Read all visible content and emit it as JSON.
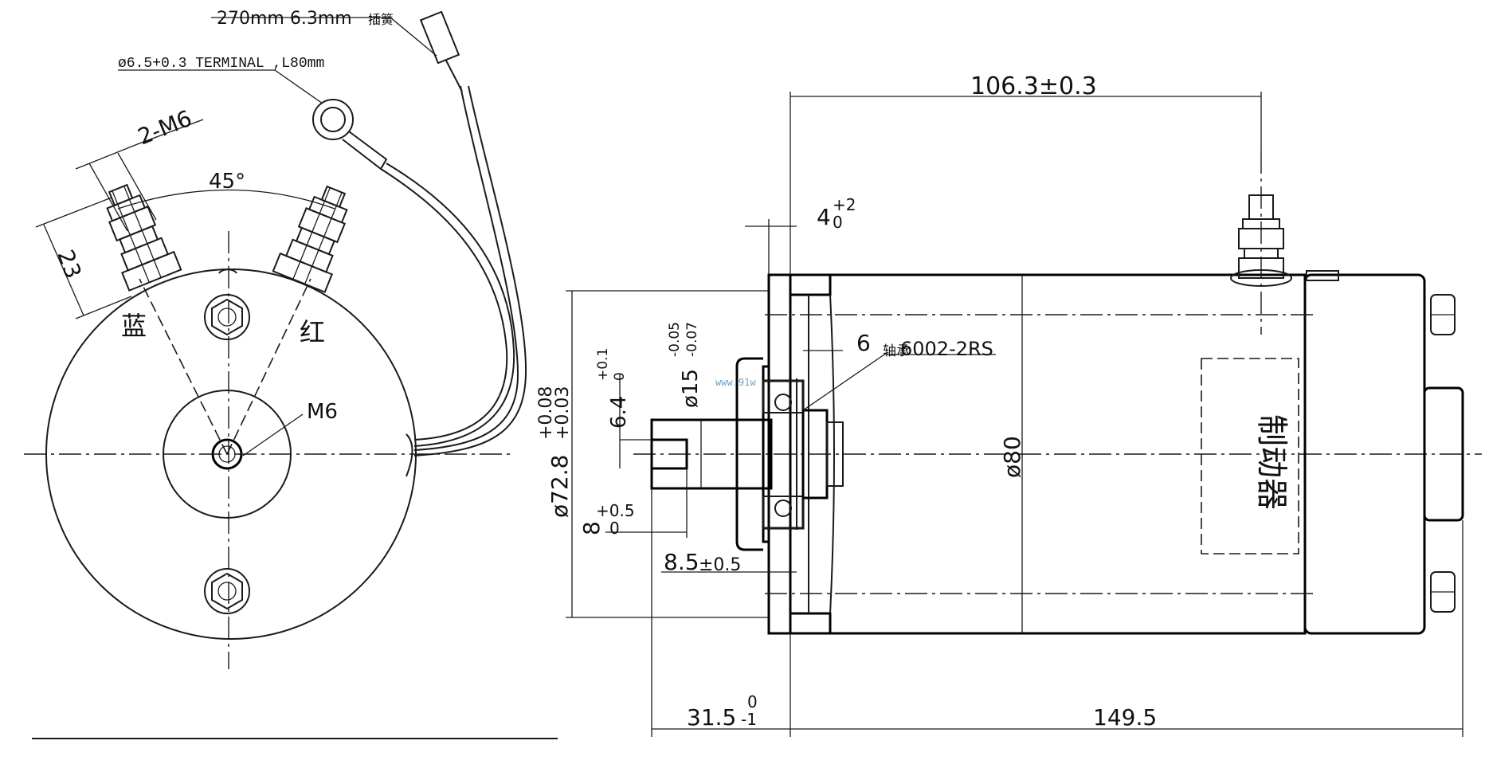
{
  "left_view": {
    "lead_label": "270mm  6.3mm",
    "lead_label_suffix": "插簧",
    "terminal_label": "ø6.5+0.3 TERMINAL ,L80mm",
    "bolt_label": "2-M6",
    "angle_label": "45°",
    "height_label": "23",
    "blue_label": "蓝",
    "red_label": "红",
    "center_thread_label": "M6"
  },
  "side_view": {
    "overall_length": "106.3±0.3",
    "flange_depth_main": "4",
    "flange_depth_sup": "+2",
    "flange_depth_sub": "0",
    "bearing_offset": "6",
    "bearing_prefix": "轴承",
    "bearing_model": "6002-2RS",
    "shaft_dia_main": "ø15",
    "shaft_dia_sup": "-0.05",
    "shaft_dia_sub": "-0.07",
    "flat_main": "6.4",
    "flat_sup": "+0.1",
    "flat_sub": "0",
    "pilot_dia_main": "ø72.8",
    "pilot_dia_sup": "+0.08",
    "pilot_dia_sub": "+0.03",
    "key_main": "8",
    "key_sup": "+0.5",
    "key_sub": "0",
    "shoulder_main": "8.5",
    "shoulder_tol": "±0.5",
    "body_dia": "ø80",
    "shaft_len_main": "31.5",
    "shaft_len_sup": "0",
    "shaft_len_sub": "-1",
    "body_len": "149.5",
    "brake_label": "制动器",
    "watermark": "www.91w"
  }
}
